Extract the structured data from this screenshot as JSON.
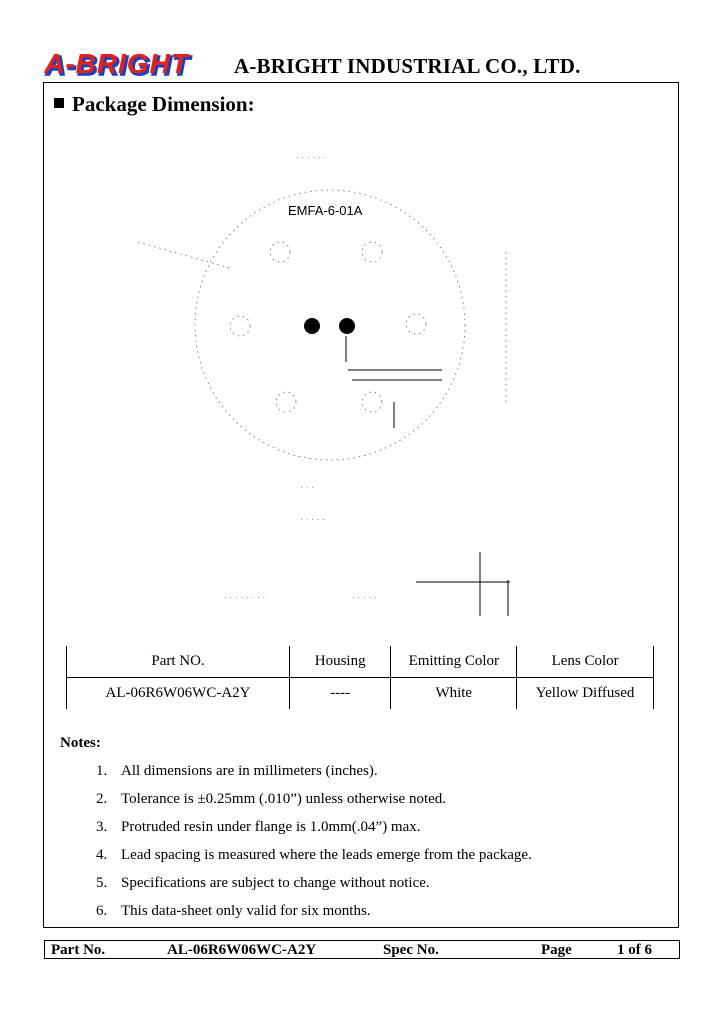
{
  "header": {
    "logo_text": "A-BRIGHT",
    "company_name": "A-BRIGHT INDUSTRIAL CO., LTD."
  },
  "section": {
    "title": "Package Dimension:"
  },
  "drawing": {
    "model_label": "EMFA-6-01A"
  },
  "table": {
    "headers": [
      "Part NO.",
      "Housing",
      "Emitting Color",
      "Lens Color"
    ],
    "row": [
      "AL-06R6W06WC-A2Y",
      "----",
      "White",
      "Yellow Diffused"
    ]
  },
  "notes": {
    "title": "Notes:",
    "items": [
      {
        "num": "1.",
        "text": "All dimensions are in millimeters (inches)."
      },
      {
        "num": "2.",
        "text": "Tolerance is  ±0.25mm (.010”) unless otherwise noted."
      },
      {
        "num": "3.",
        "text": "Protruded resin under flange is 1.0mm(.04”) max."
      },
      {
        "num": "4.",
        "text": "Lead spacing is measured where the leads emerge from the package."
      },
      {
        "num": "5.",
        "text": "Specifications are subject to change without notice."
      },
      {
        "num": "6.",
        "text": "This data-sheet only valid for six months."
      }
    ]
  },
  "footer": {
    "part_label": "Part No.",
    "part_value": "AL-06R6W06WC-A2Y",
    "spec_label": "Spec No.",
    "page_label": "Page",
    "page_value": "1 of 6"
  },
  "colors": {
    "logo_red": "#e2231a",
    "logo_blue": "#1f3fbf"
  }
}
